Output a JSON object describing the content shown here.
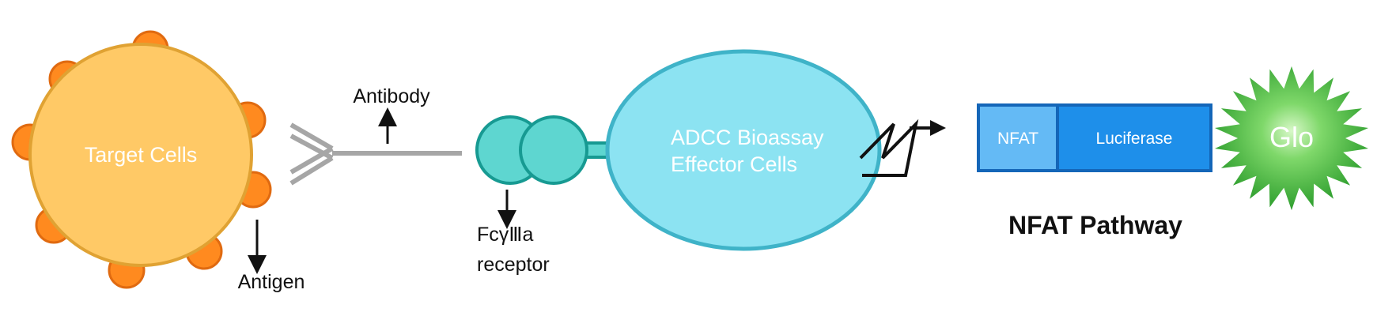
{
  "labels": {
    "target_cells": "Target Cells",
    "antibody": "Antibody",
    "antigen": "Antigen",
    "receptor_line1": "FcγⅢa",
    "receptor_line2": "receptor",
    "effector_line1": "ADCC Bioassay",
    "effector_line2": "Effector Cells",
    "nfat": "NFAT",
    "luciferase": "Luciferase",
    "glo": "Glo",
    "pathway": "NFAT Pathway"
  },
  "colors": {
    "target_cell": "#FFC966",
    "target_cell_border": "#E0A233",
    "antigen": "#FF8A1F",
    "antigen_border": "#E06A10",
    "antibody": "#A6A6A6",
    "receptor": "#5ED6D0",
    "receptor_border": "#179A92",
    "effector_cell": "#8CE3F2",
    "effector_border": "#3FB3C8",
    "nfat_box": "#64BAF5",
    "luciferase_box": "#1E8FEA",
    "box_border": "#1466B8",
    "glo_light": "#BFF2A8",
    "glo_dark": "#2E9E2E",
    "arrow": "#111111"
  }
}
